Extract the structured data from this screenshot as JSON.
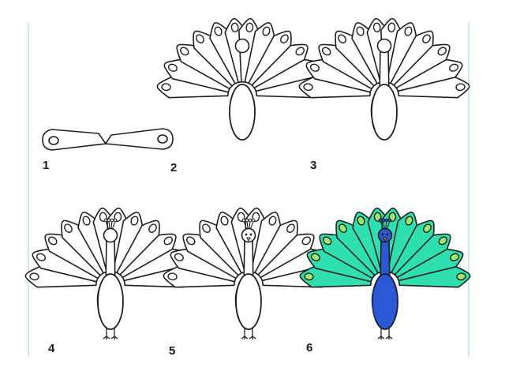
{
  "steps": [
    {
      "number": "1"
    },
    {
      "number": "2"
    },
    {
      "number": "3"
    },
    {
      "number": "4"
    },
    {
      "number": "5"
    },
    {
      "number": "6"
    }
  ],
  "colors": {
    "guide": "#cfe9f2",
    "outline": "#1f1f1f",
    "feather_fill": "#2ee0b0",
    "eye_fill": "#9be86a",
    "body_fill": "#2b58d6",
    "body_dark": "#1b3a9a"
  }
}
